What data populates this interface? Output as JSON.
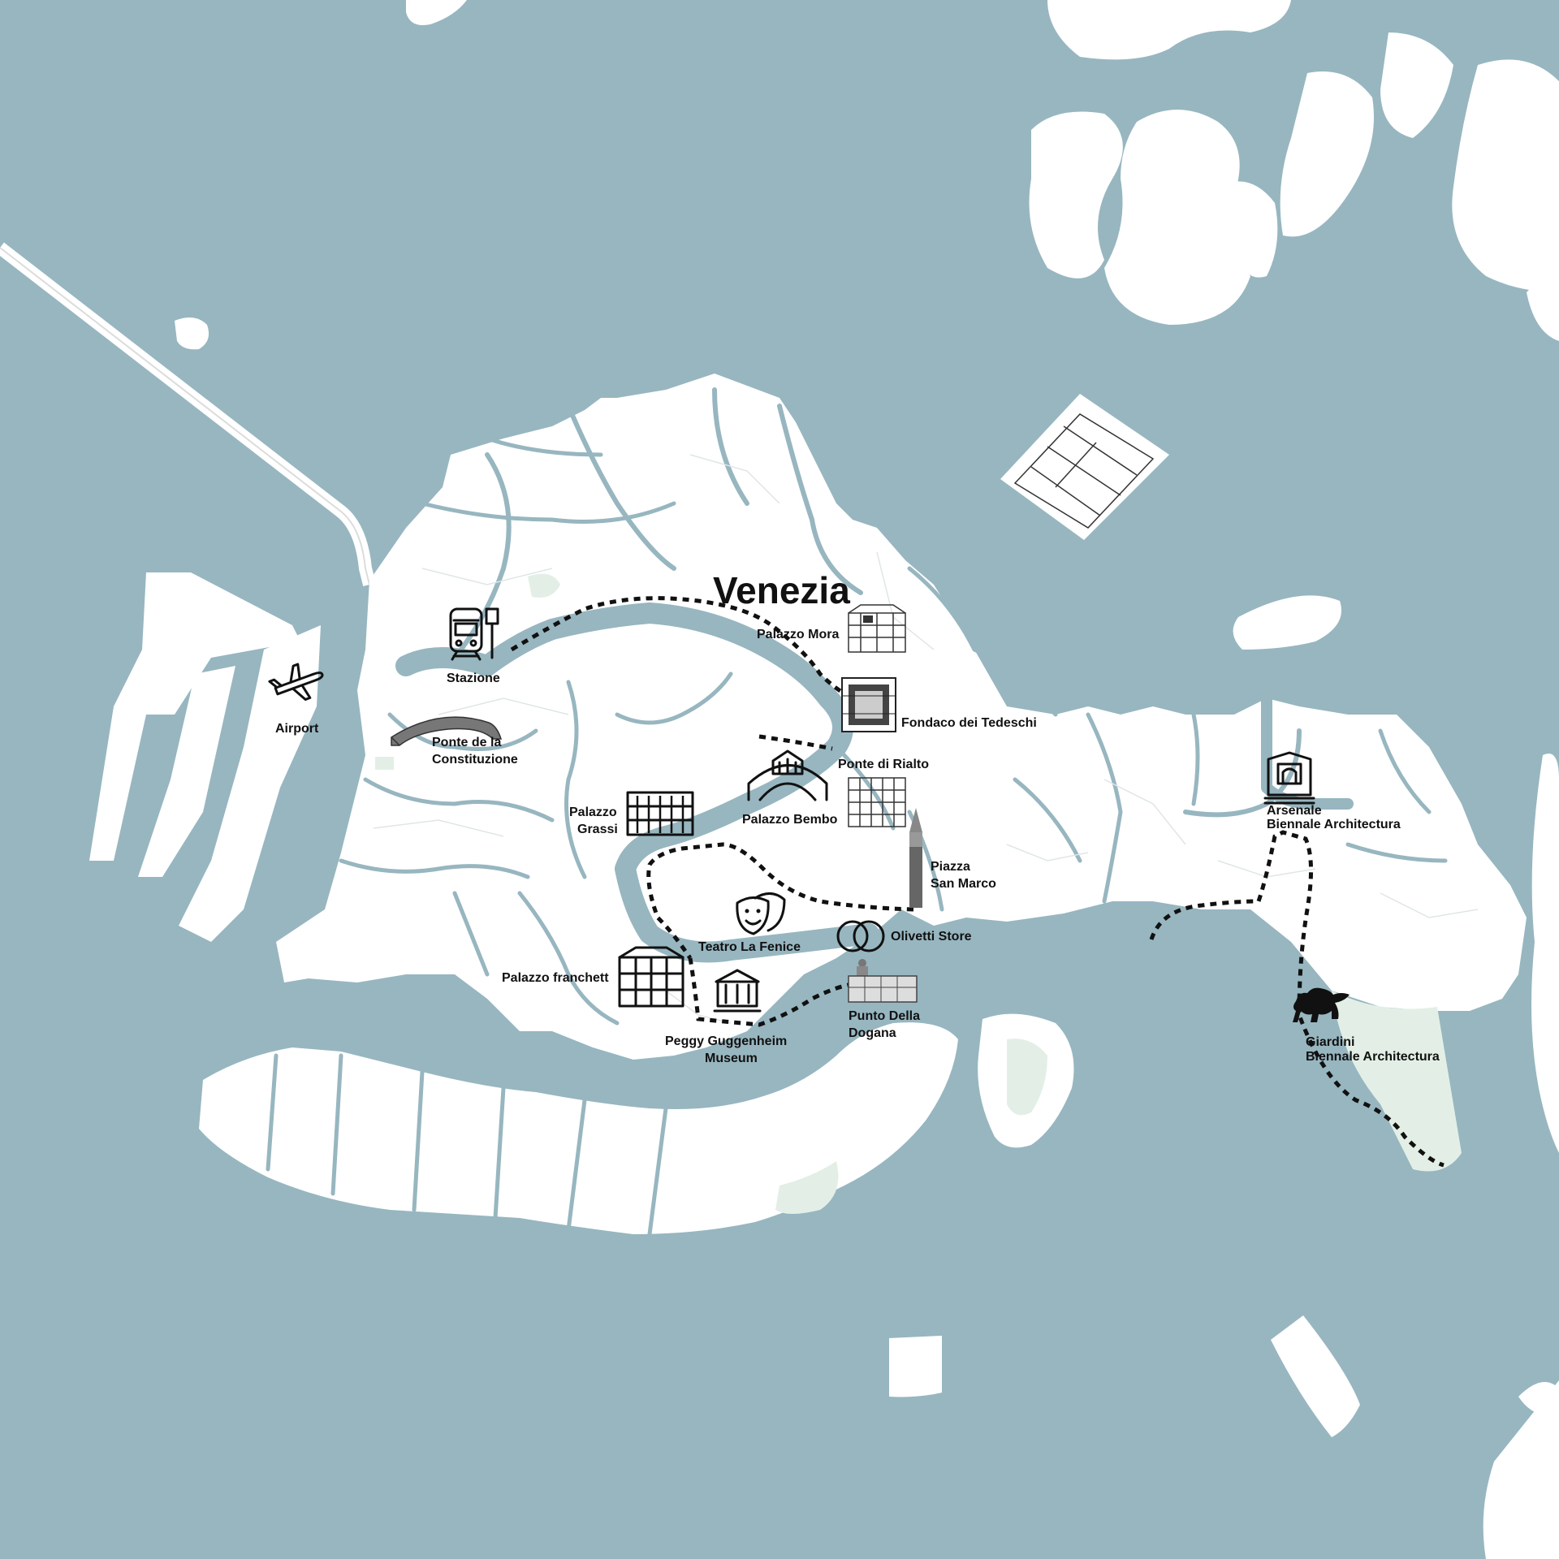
{
  "map": {
    "title": "Venezia",
    "colors": {
      "water": "#97b6c0",
      "land": "#ffffff",
      "park": "#e3efe6",
      "route": "#111111"
    },
    "places": {
      "airport": "Airport",
      "stazione": "Stazione",
      "ponte_costituzione_1": "Ponte de la",
      "ponte_costituzione_2": "Constituzione",
      "palazzo_mora": "Palazzo Mora",
      "fondaco": "Fondaco dei Tedeschi",
      "ponte_rialto": "Ponte di Rialto",
      "palazzo_bembo": "Palazzo Bembo",
      "palazzo_grassi_1": "Palazzo",
      "palazzo_grassi_2": "Grassi",
      "piazza_1": "Piazza",
      "piazza_2": "San Marco",
      "teatro": "Teatro La Fenice",
      "olivetti": "Olivetti Store",
      "palazzo_franchett": "Palazzo franchett",
      "guggenheim_1": "Peggy Guggenheim",
      "guggenheim_2": "Museum",
      "dogana_1": "Punto Della",
      "dogana_2": "Dogana",
      "arsenale_1": "Arsenale",
      "arsenale_2": "Biennale Architectura",
      "giardini_1": "Giardini",
      "giardini_2": "Biennale Architectura"
    },
    "icons": [
      "train-icon",
      "airplane-icon",
      "bridge-icon",
      "palazzo-mora-icon",
      "fondaco-icon",
      "rialto-bridge-icon",
      "palazzo-bembo-icon",
      "palazzo-grassi-icon",
      "campanile-icon",
      "theatre-masks-icon",
      "olivetti-logo-icon",
      "palazzo-franchetti-icon",
      "museum-icon",
      "dogana-icon",
      "arsenale-gate-icon",
      "lion-of-venice-icon"
    ]
  }
}
